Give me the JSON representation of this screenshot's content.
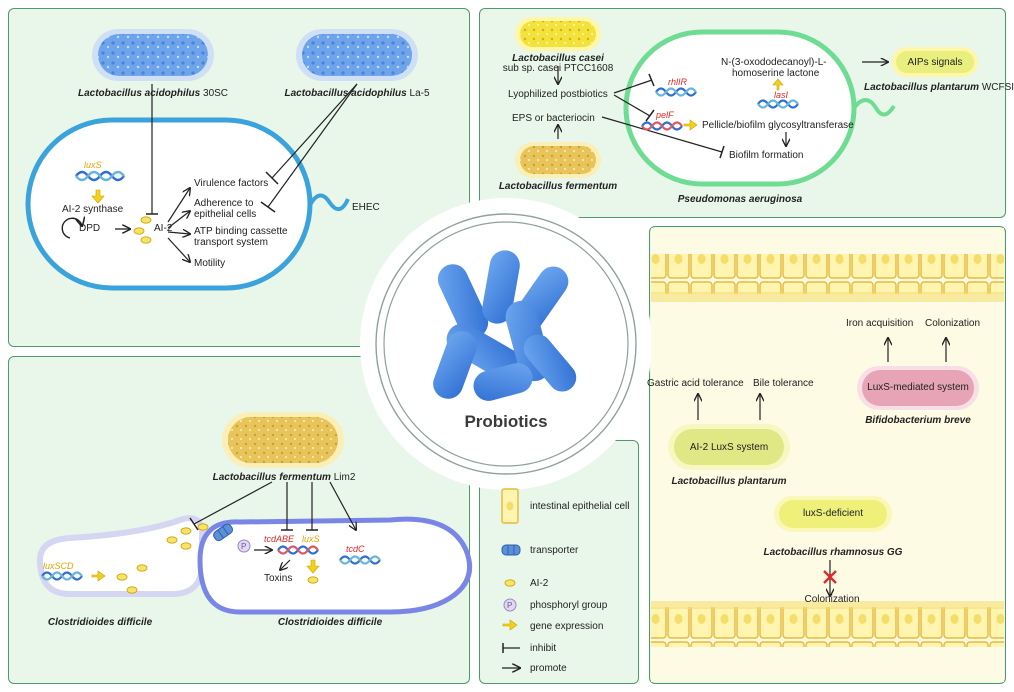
{
  "title": "Probiotics",
  "panel_tl": {
    "lab_30sc": "Lactobacillus acidophilus",
    "lab_30sc_strain": "30SC",
    "lab_la5": "Lactobacillus acidophilus",
    "lab_la5_strain": "La-5",
    "gene": "luxS",
    "synthase": "AI-2  synthase",
    "dpd": "DPD",
    "ai2": "AI-2",
    "targets": [
      "Virulence factors",
      "Adherence to",
      "epithelial cells",
      "ATP binding cassette",
      "transport system",
      "Motility"
    ],
    "organism": "EHEC"
  },
  "panel_tr": {
    "casei_1": "Lactobacillus casei",
    "casei_2": "sub sp. casei PTCC1608",
    "postbiotics": "Lyophilized postbiotics",
    "eps": "EPS or bacteriocin",
    "fermentum": "Lactobacillus fermentum",
    "gene_rhlr": "rhlIR",
    "gene_pelf": "pelF",
    "gene_lasi": "lasI",
    "lactone_1": "N-(3-oxododecanoyl)-L-",
    "lactone_2": "homoserine lactone",
    "pellicle": "Pellicle/biofilm glycosyltransferase",
    "biofilm": "Biofilm formation",
    "aips": "AIPs signals",
    "plantarum": "Lactobacillus plantarum",
    "plantarum_strain": "WCFSI",
    "pseudomonas": "Pseudomonas aeruginosa"
  },
  "panel_bl": {
    "fermentum": "Lactobacillus fermentum",
    "fermentum_strain": "Lim2",
    "gene_luxscd": "luxSCD",
    "gene_tcdabe": "tcdABE",
    "gene_luxs": "luxS",
    "gene_tcdc": "tcdC",
    "toxins": "Toxins",
    "phos": "P",
    "cdiff_left": "Clostridioides difficile",
    "cdiff_right": "Clostridioides difficile"
  },
  "panel_br": {
    "iron": "Iron acquisition",
    "colonization_top": "Colonization",
    "luxs_system": "LuxS-mediated system",
    "bifido": "Bifidobacterium breve",
    "gastric": "Gastric acid tolerance",
    "bile": "Bile tolerance",
    "ai2_system": "AI-2 LuxS system",
    "plantarum": "Lactobacillus plantarum",
    "luxs_deficient": "luxS-deficient",
    "rhamnosus": "Lactobacillus rhamnosus GG",
    "colonization_bottom": "Colonization"
  },
  "legend": {
    "items": [
      "intestinal epithelial cell",
      "transporter",
      "AI-2",
      "phosphoryl group",
      "gene expression",
      "inhibit",
      "promote"
    ]
  },
  "colors": {
    "panel_bg": "#e9f6ea",
    "panel_border": "#4f9a6a",
    "gene_label": "#e02a2a",
    "luxs_label": "#e8a200",
    "arrow_yellow": "#f3d11a"
  }
}
